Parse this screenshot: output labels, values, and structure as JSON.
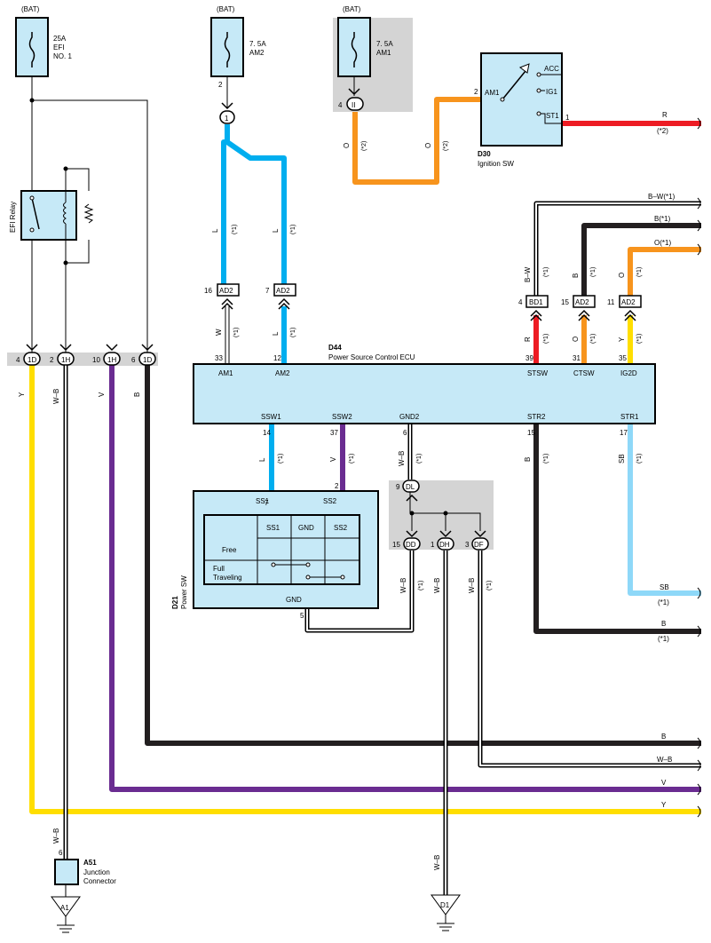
{
  "bat": "(BAT)",
  "fuses": {
    "efi_amp": "25A",
    "efi_l1": "EFI",
    "efi_l2": "NO. 1",
    "am2_amp": "7. 5A",
    "am2_name": "AM2",
    "am1_amp": "7. 5A",
    "am1_name": "AM1"
  },
  "relay": "EFI Relay",
  "connectors": {
    "c1d": "1D",
    "c1h": "1H",
    "c1": "1",
    "cII": "II",
    "cAD2": "AD2",
    "cBD1": "BD1",
    "cDL": "DL",
    "cDD": "DD",
    "cDH": "DH",
    "cDF": "DF"
  },
  "pins": {
    "p4": "4",
    "p2": "2",
    "p10": "10",
    "p6": "6",
    "p16": "16",
    "p7": "7",
    "p33": "33",
    "p12": "12",
    "p39": "39",
    "p31": "31",
    "p35": "35",
    "p15": "15",
    "p11": "11",
    "p14": "14",
    "p37": "37",
    "p17": "17",
    "p9": "9",
    "p1": "1",
    "p3": "3",
    "p5": "5"
  },
  "colors": {
    "Y": "Y",
    "WB": "W–B",
    "V": "V",
    "B": "B",
    "L": "L",
    "W": "W",
    "O": "O",
    "R": "R",
    "BW": "B–W",
    "SB": "SB",
    "BW1": "B–W(*1)",
    "B1": "B(*1)",
    "O1": "O(*1)"
  },
  "notes": {
    "n1": "(*1)",
    "n2": "(*2)"
  },
  "ignition": {
    "code": "D30",
    "name": "Ignition SW",
    "am1": "AM1",
    "acc": "ACC",
    "ig1": "IG1",
    "st1": "ST1"
  },
  "ecu": {
    "code": "D44",
    "name": "Power Source Control ECU",
    "am1": "AM1",
    "am2": "AM2",
    "stsw": "STSW",
    "ctsw": "CTSW",
    "ig2d": "IG2D",
    "ssw1": "SSW1",
    "ssw2": "SSW2",
    "gnd2": "GND2",
    "str2": "STR2",
    "str1": "STR1"
  },
  "powersw": {
    "code": "D21",
    "name": "Power SW",
    "ss1": "SS1",
    "ss2": "SS2",
    "gnd": "GND",
    "free": "Free",
    "full1": "Full",
    "full2": "Traveling"
  },
  "junction": {
    "code": "A51",
    "l1": "Junction",
    "l2": "Connector",
    "pin": "6"
  },
  "grounds": {
    "a1": "A1",
    "d1": "D1"
  },
  "wire_colors": {
    "yellow": "#ffde00",
    "blue": "#00aeef",
    "purple": "#6a2c91",
    "orange": "#f7941d",
    "red": "#ed1c24",
    "lightblue": "#8ed8f8",
    "black": "#231f20",
    "ecu_fill": "#c6e9f7",
    "shade": "#d4d4d4"
  }
}
